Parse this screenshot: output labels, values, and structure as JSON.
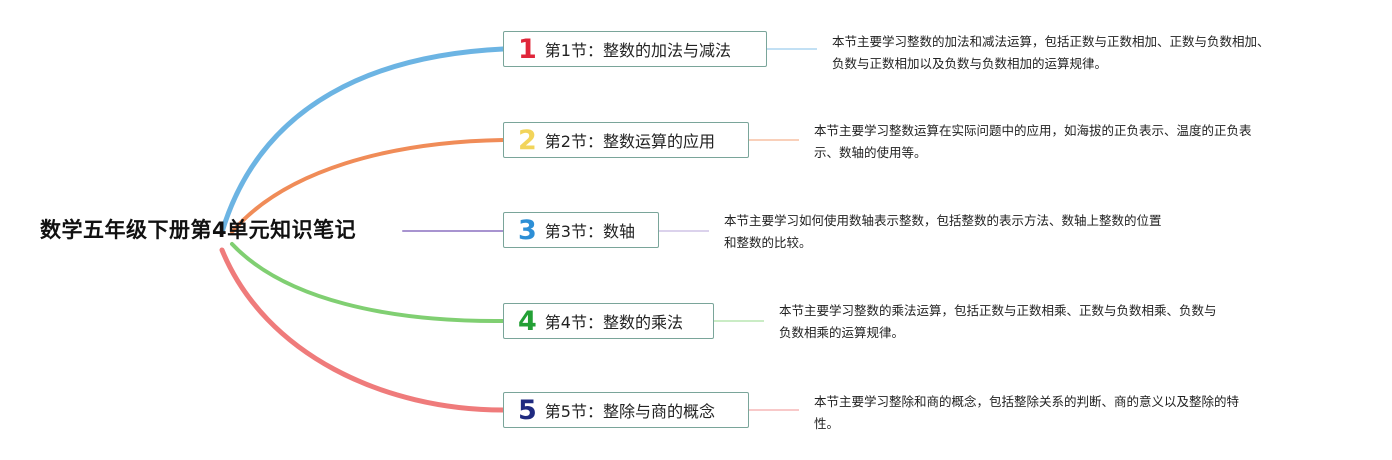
{
  "root": {
    "title": "数学五年级下册第4单元知识笔记"
  },
  "branches": [
    {
      "number": "1",
      "label": "第1节：整数的加法与减法",
      "color": "#6cb4e3",
      "num_color": "#e0263a",
      "description": "本节主要学习整数的加法和减法运算，包括正数与正数相加、正数与负数相加、\n负数与正数相加以及负数与负数相加的运算规律。"
    },
    {
      "number": "2",
      "label": "第2节：整数运算的应用",
      "color": "#f08c58",
      "num_color": "#f2d45a",
      "description": "本节主要学习整数运算在实际问题中的应用，如海拔的正负表示、温度的正负表\n示、数轴的使用等。"
    },
    {
      "number": "3",
      "label": "第3节：数轴",
      "color": "#a894d0",
      "num_color": "#2d8fd6",
      "description": "本节主要学习如何使用数轴表示整数，包括整数的表示方法、数轴上整数的位置\n和整数的比较。"
    },
    {
      "number": "4",
      "label": "第4节：整数的乘法",
      "color": "#80cf72",
      "num_color": "#23a035",
      "description": "本节主要学习整数的乘法运算，包括正数与正数相乘、正数与负数相乘、负数与\n负数相乘的运算规律。"
    },
    {
      "number": "5",
      "label": "第5节：整除与商的概念",
      "color": "#ef7b7b",
      "num_color": "#1f2a80",
      "description": "本节主要学习整除和商的概念，包括整除关系的判断、商的意义以及整除的特\n性。"
    }
  ]
}
